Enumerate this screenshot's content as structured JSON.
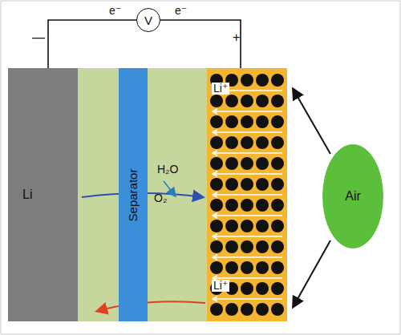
{
  "diagram": {
    "nodes": [
      {
        "text": [
          "V"
        ]
      },
      {
        "text": [
          "Li"
        ]
      },
      {
        "text": [
          "Separator"
        ]
      },
      {
        "text": [
          "Air"
        ]
      }
    ],
    "labels": [
      "e⁻",
      "e⁻",
      "—",
      "+",
      "Li⁺",
      "H₂O",
      "O₂",
      "Li⁺"
    ]
  }
}
